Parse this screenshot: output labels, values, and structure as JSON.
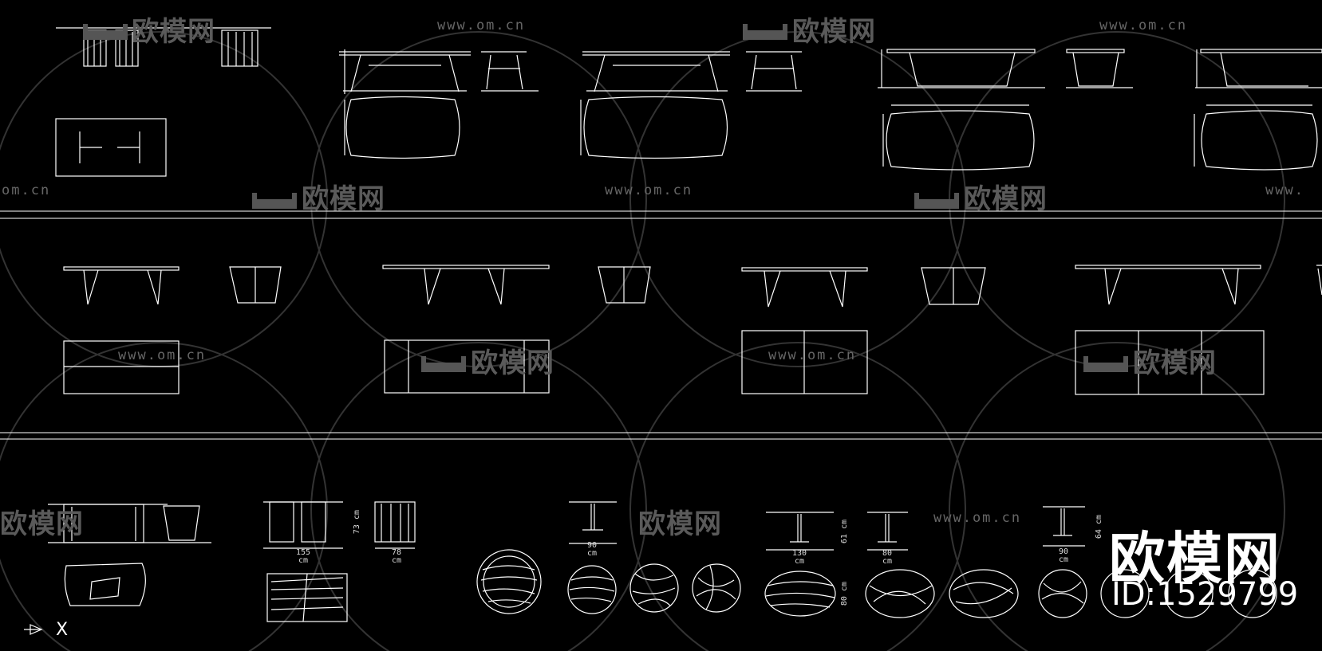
{
  "watermark": {
    "url_text": "www.om.cn",
    "url_text_edge": "om.cn",
    "url_text_cut": "www.",
    "brand_text": "欧模网",
    "brand_text_cut": "欧模网"
  },
  "brand": {
    "name": "欧模网",
    "id": "ID:1529799"
  },
  "dimensions": {
    "d155": "155",
    "d78": "78",
    "cm": "cm",
    "d73": "73",
    "d90": "90",
    "d130": "130",
    "d80": "80",
    "d61": "61",
    "d90b": "90",
    "d64": "64",
    "d80v": "80"
  },
  "ucs": {
    "axis_label": "X"
  },
  "colors": {
    "background": "#000000",
    "line": "#ffffff",
    "watermark": "#555555"
  }
}
